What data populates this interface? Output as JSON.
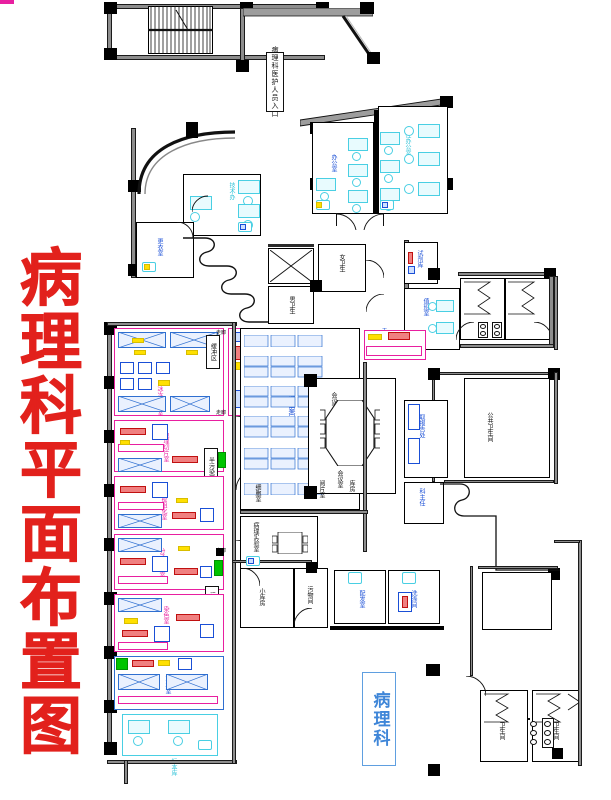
{
  "document": {
    "title_vertical": "病理科平面布置图",
    "entrance_label": "病理科医护人员入口",
    "department_stamp": "病理科"
  },
  "zones": [
    {
      "id": "clean",
      "label": "洁净区"
    },
    {
      "id": "semi",
      "label": "半污染区"
    },
    {
      "id": "dirty",
      "label": "污染区"
    },
    {
      "id": "buffer",
      "label": "缓冲区"
    }
  ],
  "rooms": [
    {
      "id": "stairwell",
      "label": "",
      "group": "circulation"
    },
    {
      "id": "tech-office",
      "label": "技术办",
      "group": "office"
    },
    {
      "id": "changing",
      "label": "更衣室",
      "group": "support"
    },
    {
      "id": "elevator-shaft",
      "label": "电梯",
      "group": "circulation"
    },
    {
      "id": "mens-room",
      "label": "男卫生",
      "group": "restroom"
    },
    {
      "id": "womens-room",
      "label": "女卫生",
      "group": "restroom"
    },
    {
      "id": "office-1",
      "label": "办公室",
      "group": "office"
    },
    {
      "id": "office-2",
      "label": "主任办公室",
      "group": "office"
    },
    {
      "id": "duty-room",
      "label": "值班室",
      "group": "office"
    },
    {
      "id": "director-office",
      "label": "科主任",
      "group": "office"
    },
    {
      "id": "archive",
      "label": "病理档案室",
      "group": "archive"
    },
    {
      "id": "meeting-room",
      "label": "会议室",
      "group": "meeting"
    },
    {
      "id": "reading-room",
      "label": "阅片室",
      "group": "lab"
    },
    {
      "id": "grossing-room",
      "label": "取材室",
      "group": "lab"
    },
    {
      "id": "specimen-store",
      "label": "标本库",
      "group": "lab"
    },
    {
      "id": "reagent-store",
      "label": "试剂库",
      "group": "support"
    },
    {
      "id": "frozen-section",
      "label": "冰冻切片室",
      "group": "lab"
    },
    {
      "id": "staining-room",
      "label": "染色室",
      "group": "lab"
    },
    {
      "id": "embedding-room",
      "label": "包埋切片室",
      "group": "lab"
    },
    {
      "id": "immuno-room",
      "label": "免疫组化室",
      "group": "lab"
    },
    {
      "id": "molecular-room",
      "label": "分子病理室",
      "group": "lab"
    },
    {
      "id": "cytology-room",
      "label": "细胞室",
      "group": "lab"
    },
    {
      "id": "pathology-lab",
      "label": "病理实验室",
      "group": "lab"
    },
    {
      "id": "storage-room",
      "label": "库房",
      "group": "support"
    },
    {
      "id": "small-store",
      "label": "小库房",
      "group": "support"
    },
    {
      "id": "distribute",
      "label": "配发室",
      "group": "support"
    },
    {
      "id": "decontaminate",
      "label": "洗涤间",
      "group": "support"
    },
    {
      "id": "sterilize",
      "label": "消毒间",
      "group": "support"
    },
    {
      "id": "waste-room",
      "label": "污物间",
      "group": "support"
    },
    {
      "id": "report-room",
      "label": "取报告处",
      "group": "public"
    },
    {
      "id": "public-restroom",
      "label": "公共卫生间",
      "group": "restroom"
    },
    {
      "id": "restroom-a",
      "label": "卫生间",
      "group": "restroom"
    },
    {
      "id": "restroom-b",
      "label": "卫生间",
      "group": "restroom"
    },
    {
      "id": "corridor",
      "label": "走廊",
      "group": "circulation"
    },
    {
      "id": "tea-room",
      "label": "茶水间",
      "group": "support"
    }
  ],
  "annotations": {
    "drawing_type": "architectural-floor-plan",
    "stamp_color": "#3f86d8",
    "title_color": "#e2211c"
  }
}
